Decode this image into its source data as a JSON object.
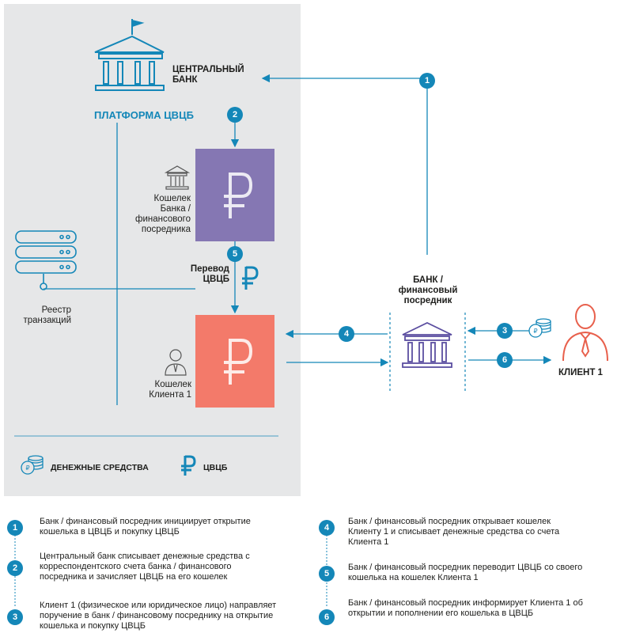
{
  "diagram": {
    "central_bank_label": "ЦЕНТРАЛЬНЫЙ\nБАНК",
    "platform_label": "ПЛАТФОРМА ЦВЦБ",
    "bank_wallet_label": "Кошелек\nБанка /\nфинансового\nпосредника",
    "registry_label": "Реестр\nтранзакций",
    "transfer_label": "Перевод\nЦВЦБ",
    "client_wallet_label": "Кошелек\nКлиента 1",
    "bank_intermediary_label": "БАНК /\nфинансовый\nпосредник",
    "client_label": "КЛИЕНТ 1",
    "legend_money": "ДЕНЕЖНЫЕ СРЕДСТВА",
    "legend_cbdc": "ЦВЦБ",
    "badges": [
      "1",
      "2",
      "3",
      "4",
      "5",
      "6"
    ]
  },
  "steps": [
    {
      "num": "1",
      "text": "Банк / финансовый посредник инициирует открытие кошелька в ЦВЦБ и покупку ЦВЦБ"
    },
    {
      "num": "2",
      "text": "Центральный банк списывает денежные средства с корреспондентского счета банка / финансового посредника и зачисляет ЦВЦБ на его кошелек"
    },
    {
      "num": "3",
      "text": "Клиент 1 (физическое или юридическое лицо) направляет поручение в банк / финансовому посреднику на открытие кошелька и покупку ЦВЦБ"
    },
    {
      "num": "4",
      "text": "Банк / финансовый посредник открывает кошелек Клиенту 1 и списывает денежные средства со счета Клиента 1"
    },
    {
      "num": "5",
      "text": "Банк / финансовый посредник переводит ЦВЦБ со своего кошелька на кошелек Клиента 1"
    },
    {
      "num": "6",
      "text": "Банк / финансовый посредник информирует Клиента 1 об открытии и пополнении его кошелька в ЦВЦБ"
    }
  ],
  "colors": {
    "accent": "#1487b8",
    "panel": "#e6e7e8",
    "bank_wallet": "#8577b3",
    "client_wallet": "#f37a6a",
    "client": "#e8604c"
  }
}
